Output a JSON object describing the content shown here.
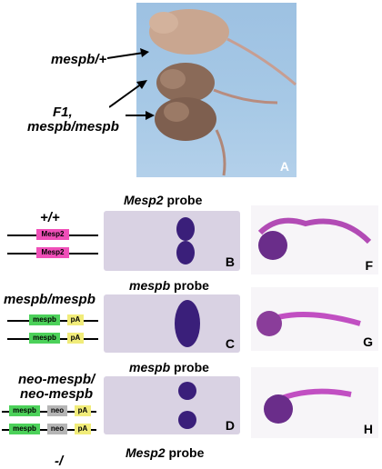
{
  "panels": {
    "A": {
      "letter": "A",
      "label_top": "mespb/+",
      "label_bottom_line1": "F1,",
      "label_bottom_line2": "mespb/mespb"
    },
    "rows": [
      {
        "genotype_line1": "+/+",
        "genotype_line2": "",
        "probe_prefix": "",
        "probe_gene": "Mesp2",
        "probe_suffix": " probe",
        "embryo_letter": "B",
        "skeleton_letter": "F",
        "boxes": [
          [
            "Mesp2"
          ],
          [
            "Mesp2"
          ]
        ]
      },
      {
        "genotype_line1": "mespb/mespb",
        "genotype_line2": "",
        "probe_prefix": "",
        "probe_gene": "mespb",
        "probe_suffix": " probe",
        "embryo_letter": "C",
        "skeleton_letter": "G",
        "boxes": [
          [
            "mespb",
            "pA"
          ],
          [
            "mespb",
            "pA"
          ]
        ]
      },
      {
        "genotype_line1": "neo-mespb/",
        "genotype_line2": "neo-mespb",
        "probe_prefix": "",
        "probe_gene": "mespb",
        "probe_suffix": " probe",
        "embryo_letter": "D",
        "skeleton_letter": "H",
        "boxes": [
          [
            "mespb",
            "neo",
            "pA"
          ],
          [
            "mespb",
            "neo",
            "pA"
          ]
        ]
      },
      {
        "genotype_line1": "-/",
        "genotype_line2": "",
        "probe_prefix": "",
        "probe_gene": "Mesp2",
        "probe_suffix": " probe",
        "embryo_letter": "",
        "skeleton_letter": "",
        "boxes": []
      }
    ]
  },
  "colors": {
    "mesp2_box": "#f04fb8",
    "mespb_box": "#4cd15a",
    "neo_box": "#b5b5b5",
    "pa_box": "#f1ec7a",
    "stain": "#3a1f7a",
    "photo_bg": "#a7c9e6"
  }
}
